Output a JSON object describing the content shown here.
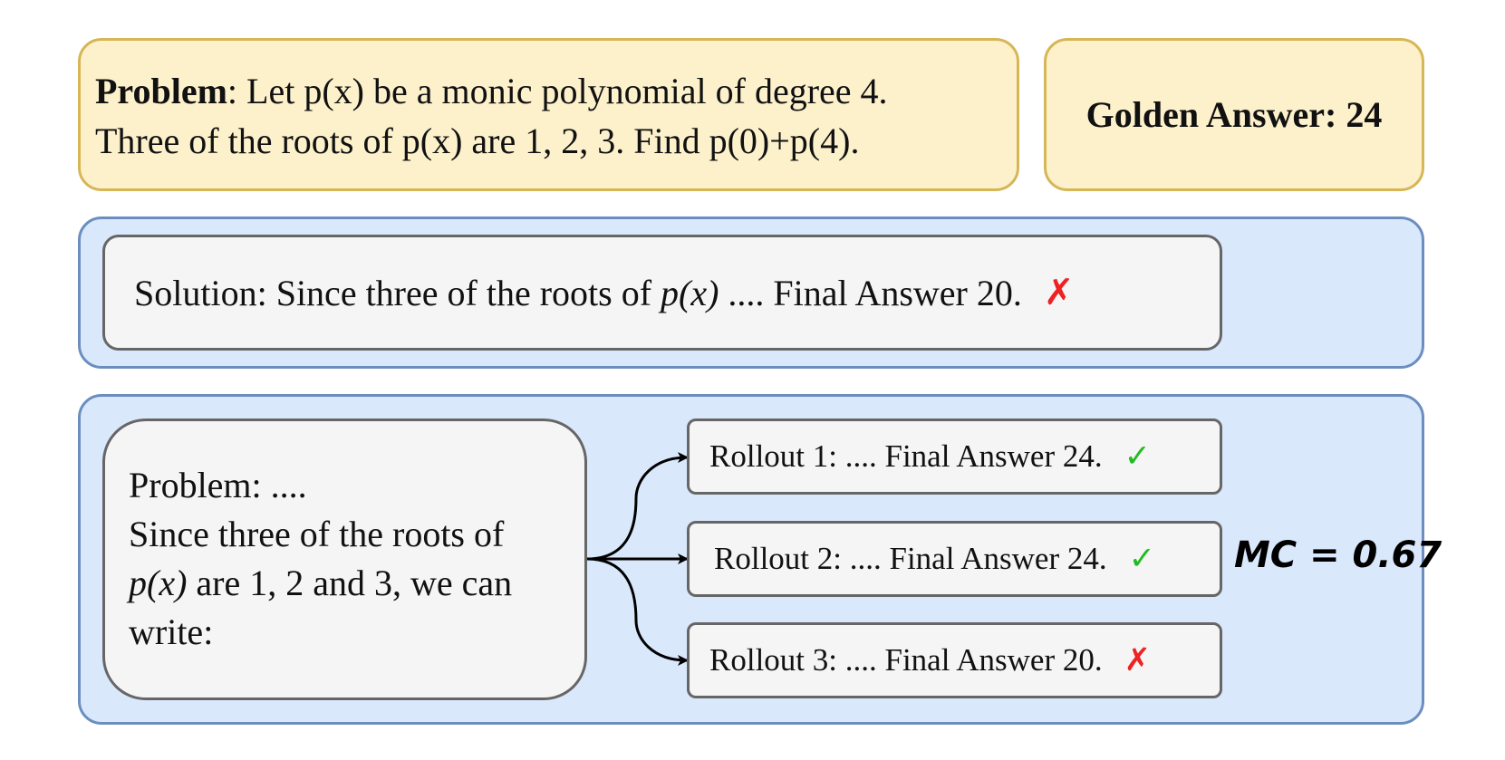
{
  "problem": {
    "label": "Problem",
    "line1": ": Let p(x) be a monic polynomial of degree 4.",
    "line2": "Three of the roots of p(x) are 1, 2, 3. Find p(0)+p(4)."
  },
  "golden_answer": "Golden Answer: 24",
  "solution": {
    "prefix": "Solution: Since three of the roots of ",
    "italic": "p(x)",
    "suffix": " .... Final Answer 20.",
    "mark": "✗"
  },
  "step": {
    "line1": "Problem: ....",
    "line2": "Since three of the roots of",
    "italic": "p(x)",
    "line3_rest": " are 1, 2 and 3, we can",
    "line4": "write:"
  },
  "rollouts": [
    {
      "text": "Rollout 1: .... Final Answer 24.",
      "mark": "✓"
    },
    {
      "text": "Rollout 2: .... Final Answer 24.",
      "mark": "✓"
    },
    {
      "text": "Rollout 3: .... Final Answer 20.",
      "mark": "✗"
    }
  ],
  "mc_label": "MC = 0.67",
  "colors": {
    "problem_fill": "#fdf1cc",
    "problem_border": "#d6b656",
    "panel_fill": "#dae8fc",
    "panel_border": "#6c8ebf",
    "node_fill": "#f5f5f5",
    "node_border": "#666666",
    "wrong": "#ee2222",
    "correct": "#22bb22"
  }
}
